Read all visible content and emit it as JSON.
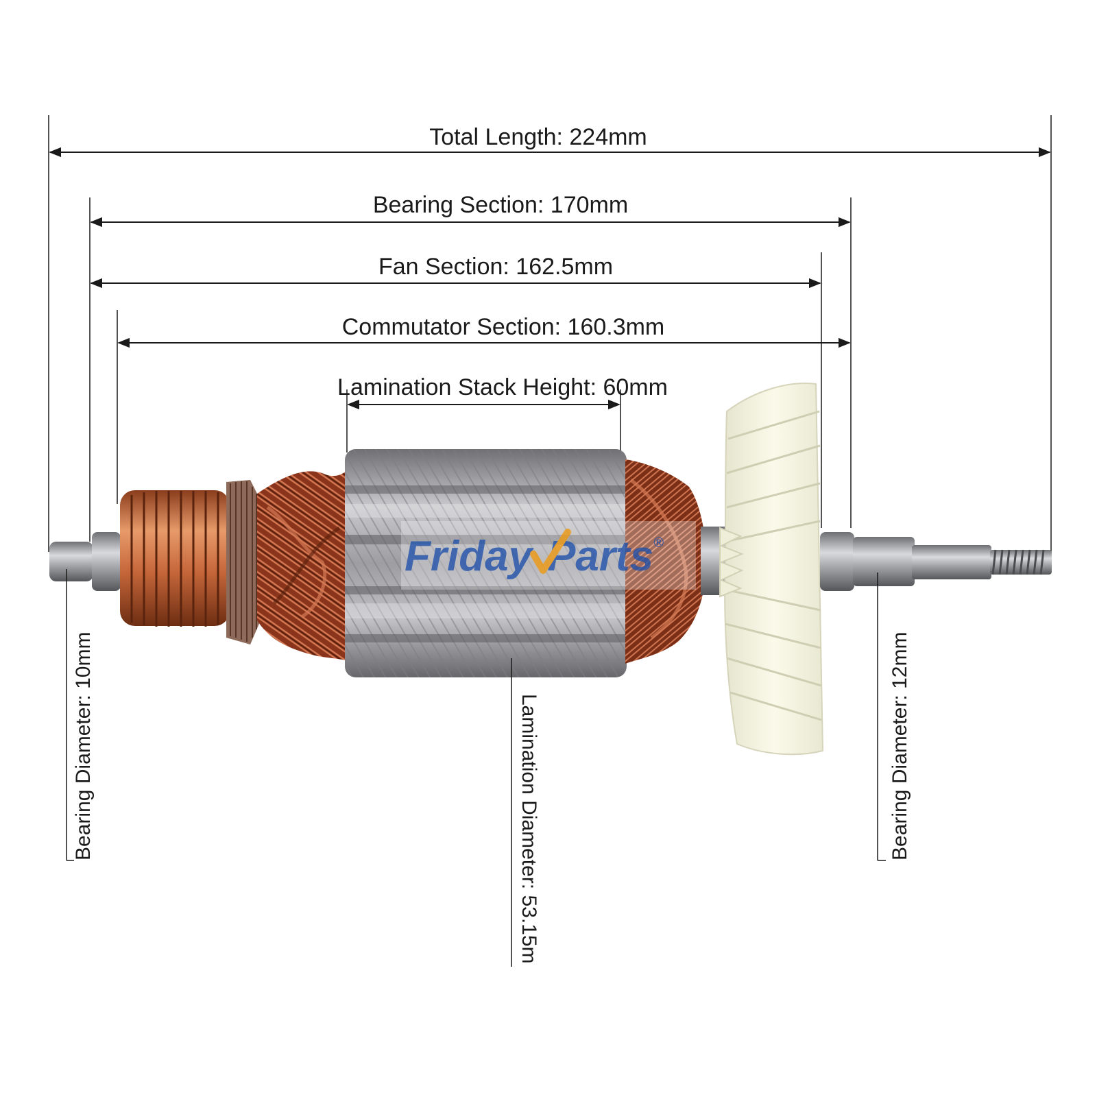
{
  "dimensions": {
    "total_length": "Total Length: 224mm",
    "bearing_section": "Bearing Section: 170mm",
    "fan_section": "Fan Section: 162.5mm",
    "commutator_section": "Commutator Section: 160.3mm",
    "lamination_stack_height": "Lamination Stack Height: 60mm",
    "bearing_diameter_left": "Bearing Diameter: 10mm",
    "bearing_diameter_right": "Bearing Diameter: 12mm",
    "lamination_diameter": "Lamination Diameter: 53.15m"
  },
  "watermark": {
    "part1": "Friday",
    "part2": "Parts",
    "mark": "®",
    "color_primary": "#2f5db0",
    "color_accent": "#f0a020"
  },
  "colors": {
    "copper": "#b5532c",
    "commutator": "#c96a3a",
    "lamination": "#a9a9ad",
    "fan": "#f4f3df",
    "shaft": "#9fa0a4"
  }
}
